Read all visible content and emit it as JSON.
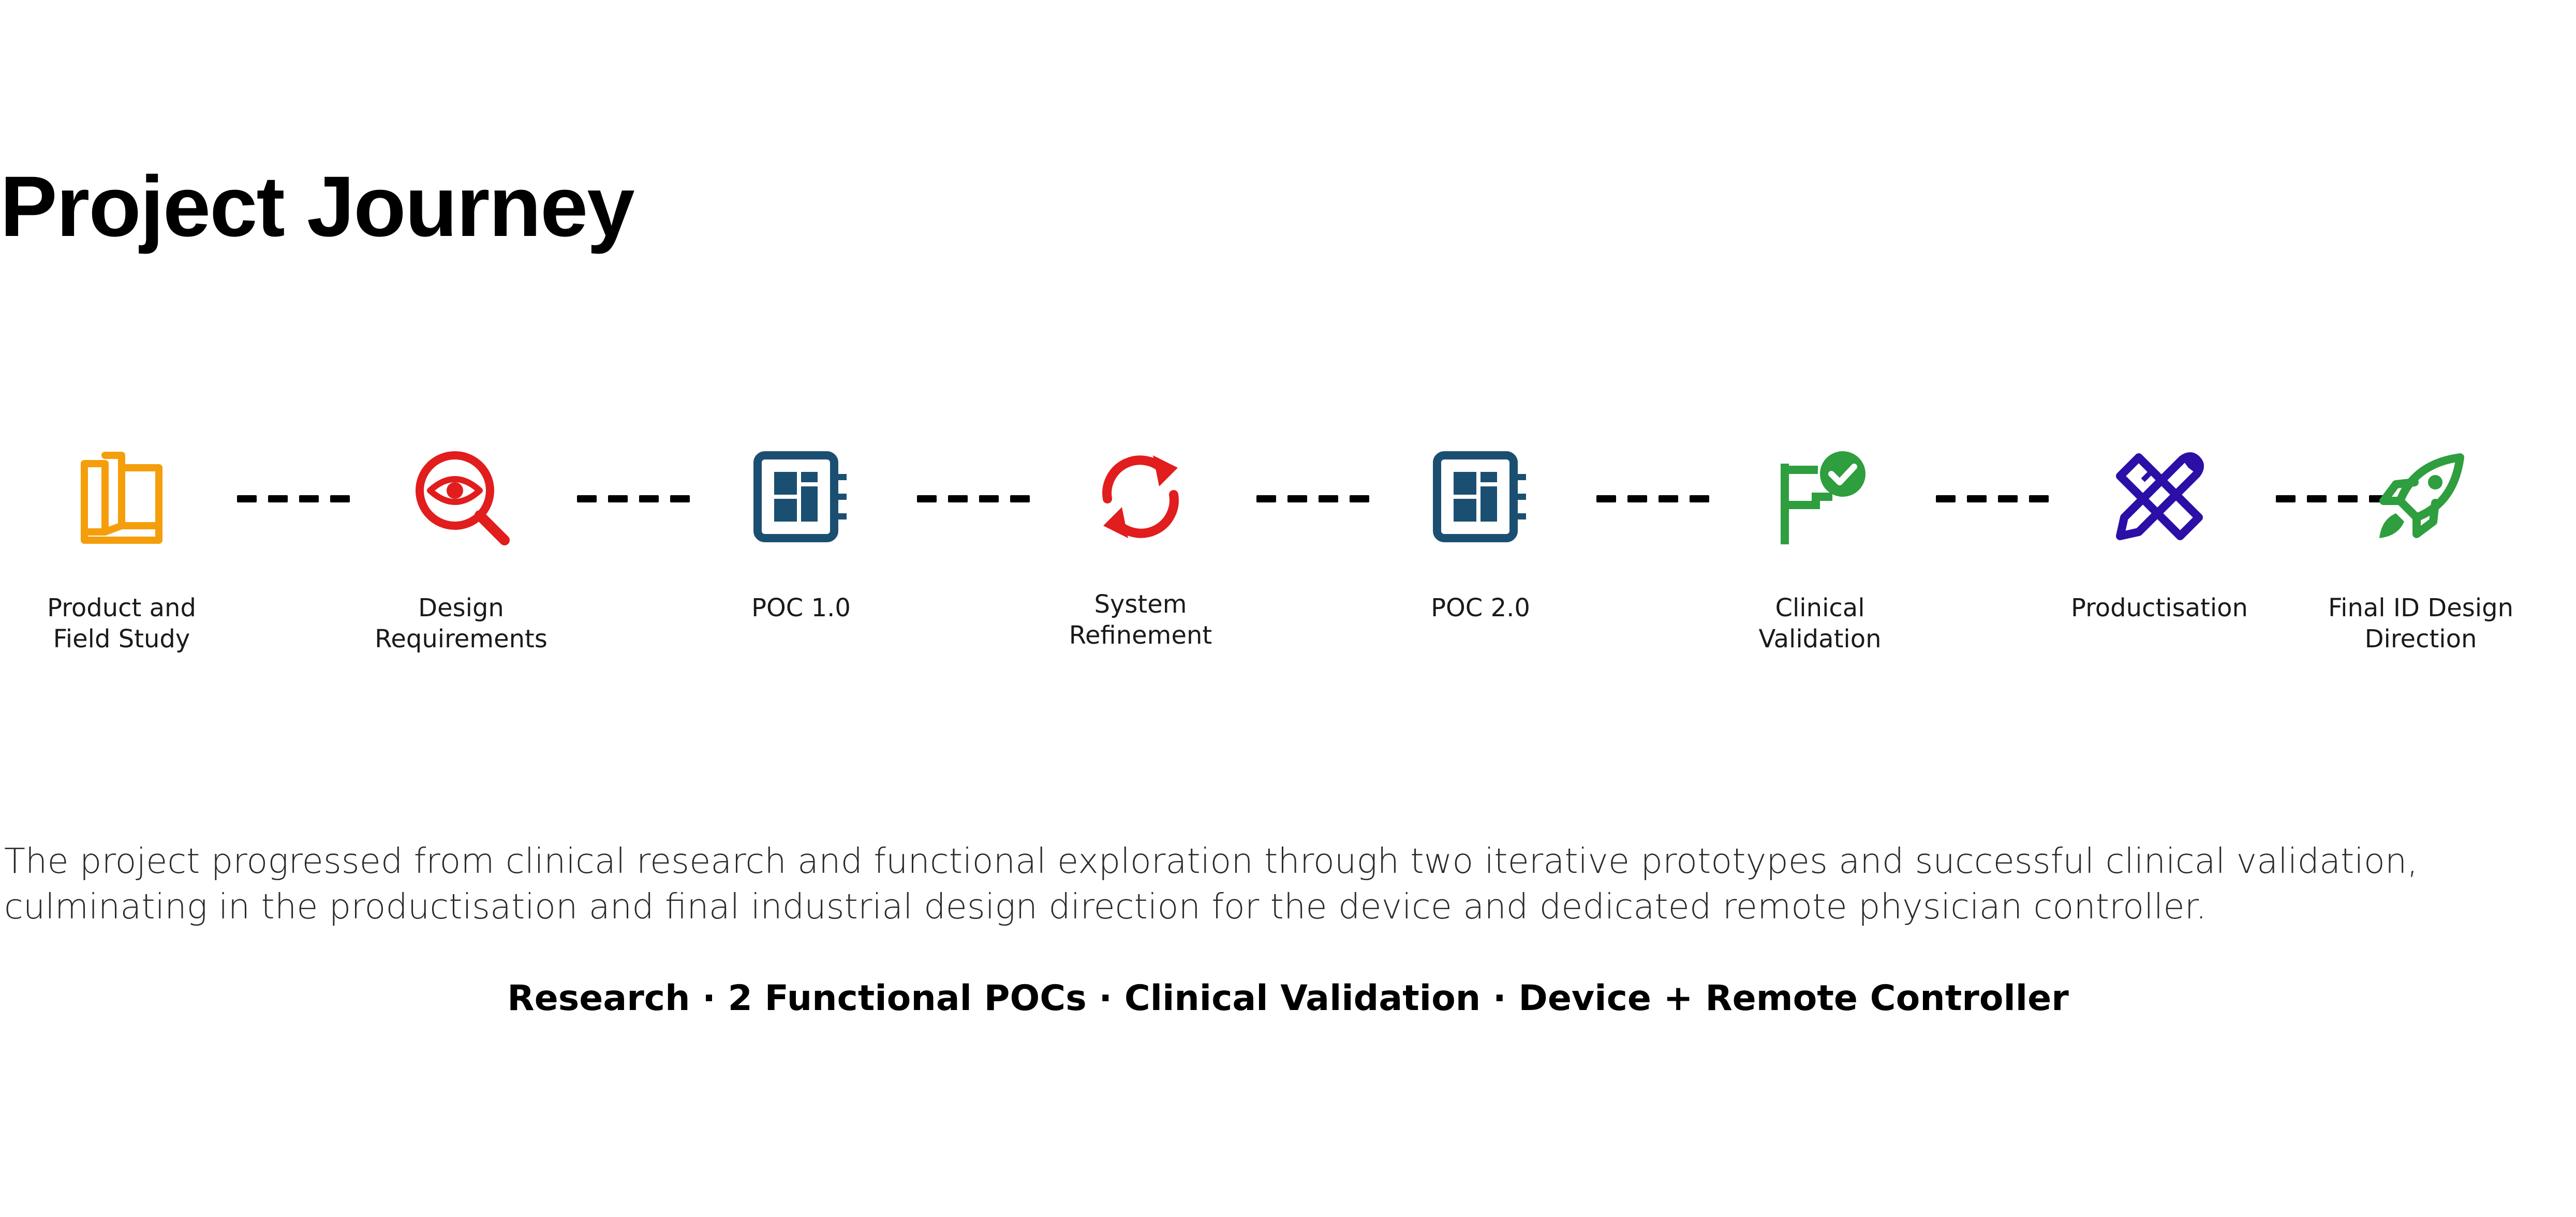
{
  "page": {
    "title": "Project Journey"
  },
  "journey": {
    "steps": [
      {
        "label": "Product and\nField Study",
        "icon": "book-icon",
        "color": "#F59E0B"
      },
      {
        "label": "Design\nRequirements",
        "icon": "eye-magnifier-icon",
        "color": "#E11D1D"
      },
      {
        "label": "POC 1.0",
        "icon": "circuit-board-icon",
        "color": "#1B4F72"
      },
      {
        "label": "System\nRefinement",
        "icon": "refresh-icon",
        "color": "#E11D1D"
      },
      {
        "label": "POC 2.0",
        "icon": "circuit-board-icon",
        "color": "#1B4F72"
      },
      {
        "label": "Clinical\nValidation",
        "icon": "flag-check-icon",
        "color": "#2E9E3E"
      },
      {
        "label": "Productisation",
        "icon": "pencil-ruler-icon",
        "color": "#2B0FA6"
      },
      {
        "label": "Final ID Design\nDirection",
        "icon": "rocket-icon",
        "color": "#2E9E3E"
      }
    ],
    "connector_color": "#000000"
  },
  "summary": {
    "text": "The project progressed from clinical research and functional exploration through two iterative prototypes and successful clinical validation, culminating in the productisation and final industrial design direction for the device and dedicated remote physician controller."
  },
  "tagline": {
    "text": "Research · 2 Functional POCs · Clinical Validation · Device + Remote Controller"
  }
}
